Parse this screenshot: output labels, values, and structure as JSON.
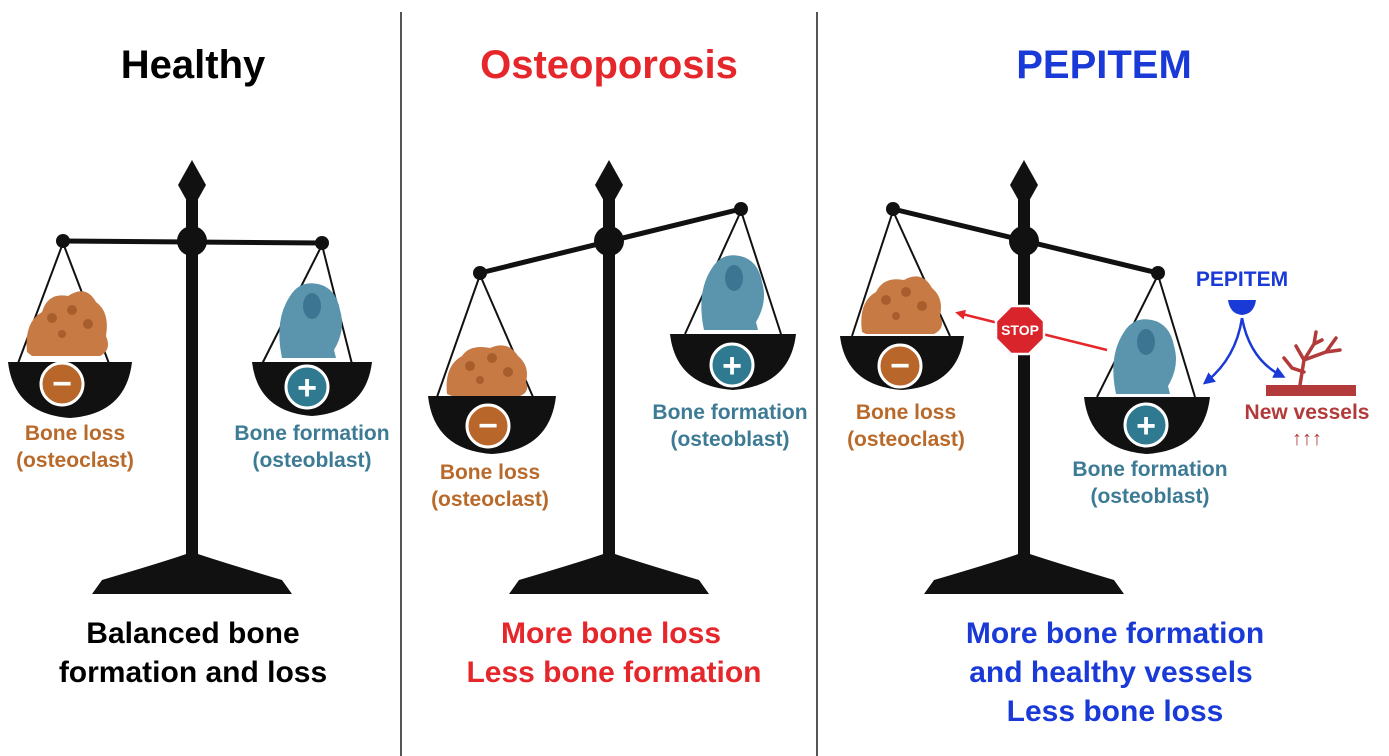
{
  "colors": {
    "healthy": "#000000",
    "osteoporosis": "#e5262b",
    "pepitem": "#1a3ad8",
    "osteoclast_text": "#b96a2a",
    "osteoblast_text": "#3d7b95",
    "osteoclast_cell": "#c77a44",
    "osteoblast_cell": "#5a94ad",
    "vessels": "#b23a3a",
    "stop_sign": "#d9242c",
    "scale": "#111111"
  },
  "panels": [
    {
      "title": "Healthy",
      "left_pan": {
        "sign": "−",
        "label_line1": "Bone loss",
        "label_line2": "(osteoclast)"
      },
      "right_pan": {
        "sign": "+",
        "label_line1": "Bone formation",
        "label_line2": "(osteoblast)"
      },
      "caption_lines": [
        "Balanced bone",
        "formation and loss"
      ]
    },
    {
      "title": "Osteoporosis",
      "left_pan": {
        "sign": "−",
        "label_line1": "Bone loss",
        "label_line2": "(osteoclast)"
      },
      "right_pan": {
        "sign": "+",
        "label_line1": "Bone formation",
        "label_line2": "(osteoblast)"
      },
      "caption_lines": [
        "More bone loss",
        "Less bone formation"
      ]
    },
    {
      "title": "PEPITEM",
      "left_pan": {
        "sign": "−",
        "label_line1": "Bone loss",
        "label_line2": "(osteoclast)"
      },
      "right_pan": {
        "sign": "+",
        "label_line1": "Bone formation",
        "label_line2": "(osteoblast)"
      },
      "caption_lines": [
        "More bone formation",
        "and healthy vessels",
        "Less bone loss"
      ],
      "pepitem_label": "PEPITEM",
      "stop_label": "STOP",
      "vessels_label": "New vessels",
      "vessels_arrows": "↑↑↑"
    }
  ]
}
